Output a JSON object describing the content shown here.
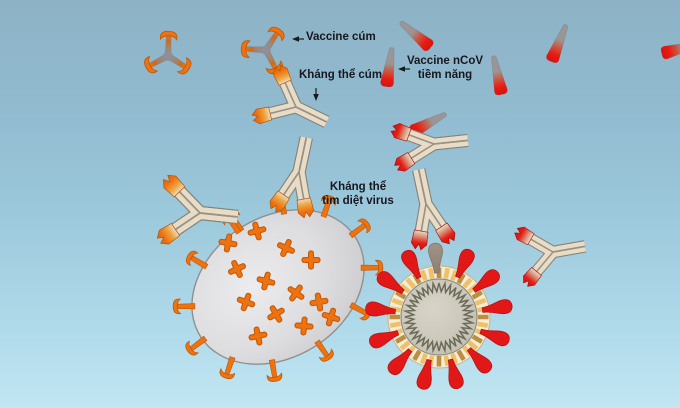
{
  "figure_labels": {
    "flu_vaccine": "Vaccine cúm",
    "flu_antibody": "Kháng thể cúm",
    "ncov_vaccine_line1": "Vaccine nCoV",
    "ncov_vaccine_line2": "tiềm năng",
    "virus_hunting_antibody_line1": "Kháng thể",
    "virus_hunting_antibody_line2": "tìm diệt virus"
  },
  "colors": {
    "background_top": "#8DB2C5",
    "background_bottom": "#C2E6F2",
    "orange": "#EE7210",
    "orange_dark": "#C05806",
    "red": "#E21717",
    "red_dark": "#A81010",
    "antibody_body": "#E8DCC6",
    "antibody_outline": "#84847C",
    "antibody_divider": "#9B9183",
    "virus_body_gray": "#D6D6D8",
    "virus_outline": "#8F8F8F",
    "membrane_gold": "#EEC06A",
    "membrane_brown": "#BB8E42",
    "membrane_ring": "#F3ECD6",
    "membrane_ring_edge": "#C8B184",
    "rna_zigzag": "#6B6B59",
    "arrow": "#1A1A1A",
    "label_text": "#17171F"
  },
  "icons": {
    "flu_vaccine_molecule": "trimer-spike-icon",
    "flu_virus": "influenza-virion-icon",
    "coronavirus": "coronavirus-virion-icon",
    "flu_antibody": "y-antibody-orange-tip-icon",
    "ncov_antibody": "y-antibody-red-tip-icon",
    "ncov_spike": "spike-protein-icon"
  }
}
